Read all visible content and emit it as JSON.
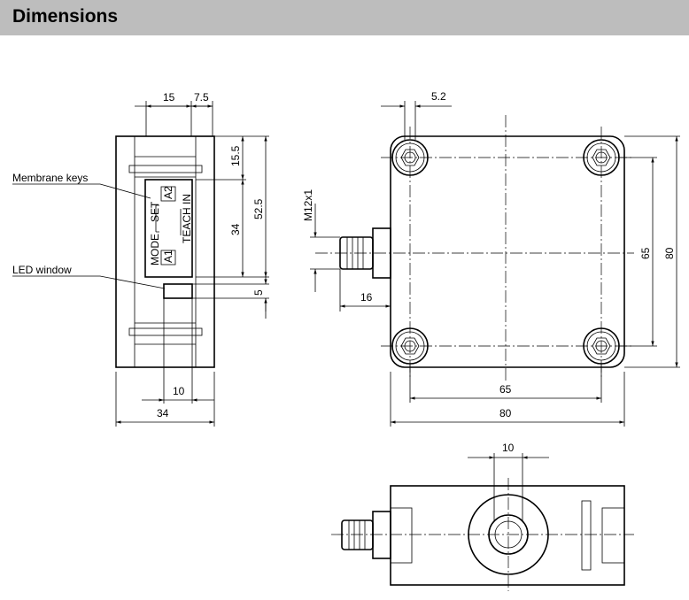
{
  "header": {
    "title": "Dimensions"
  },
  "labels": {
    "membrane_keys": "Membrane keys",
    "led_window": "LED window"
  },
  "keypad": {
    "mode": "MODE",
    "set": "SET",
    "teach_in": "TEACH IN",
    "a1": "A1",
    "a2": "A2"
  },
  "dims": {
    "front_top_15": "15",
    "front_top_7_5": "7.5",
    "front_15_5": "15.5",
    "front_52_5": "52.5",
    "front_34_v": "34",
    "front_5": "5",
    "front_10": "10",
    "front_34_h": "34",
    "top_5_2": "5.2",
    "top_m12": "M12x1",
    "top_16": "16",
    "top_65_v": "65",
    "top_80_v": "80",
    "top_65_h": "65",
    "top_80_h": "80",
    "side_10": "10"
  }
}
